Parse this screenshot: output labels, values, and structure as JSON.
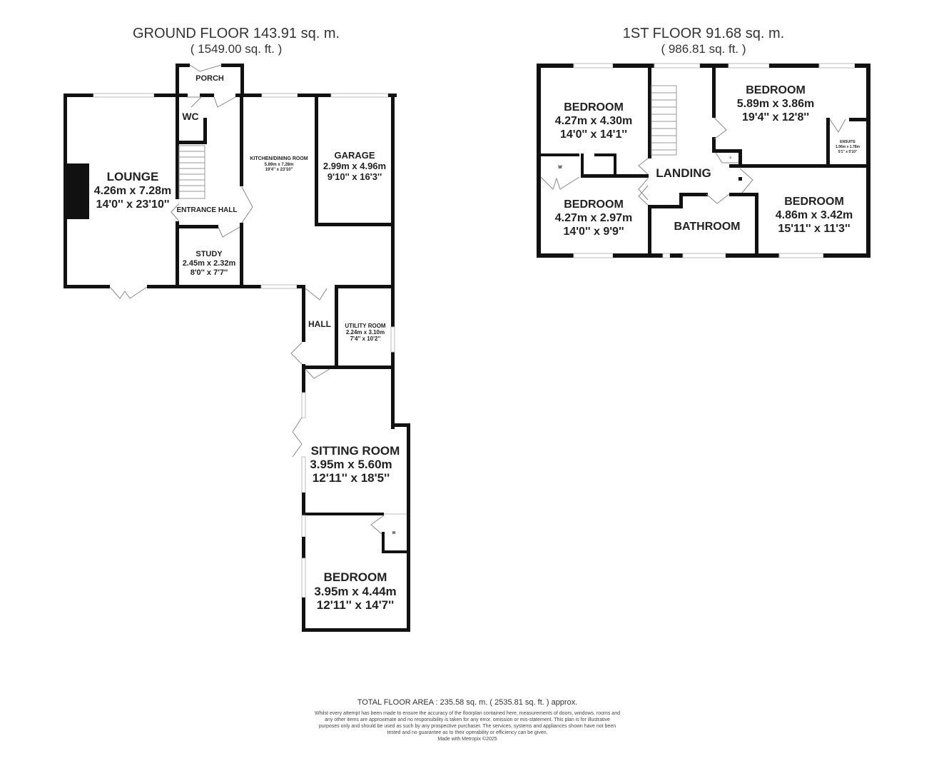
{
  "ground_floor": {
    "title": "GROUND FLOOR 143.91 sq. m.",
    "subtitle": "( 1549.00 sq. ft. )",
    "rooms": {
      "porch": {
        "name": "PORCH"
      },
      "wc": {
        "name": "WC"
      },
      "lounge": {
        "name": "LOUNGE",
        "metric": "4.26m x 7.28m",
        "imperial": "14'0'' x 23'10''"
      },
      "entrance_hall": {
        "name": "ENTRANCE HALL"
      },
      "kitchen": {
        "name": "KITCHEN/DINING ROOM",
        "metric": "5.89m x 7.28m",
        "imperial": "19'4'' x 23'10''"
      },
      "garage": {
        "name": "GARAGE",
        "metric": "2.99m x 4.96m",
        "imperial": "9'10'' x 16'3''"
      },
      "study": {
        "name": "STUDY",
        "metric": "2.45m x 2.32m",
        "imperial": "8'0'' x 7'7''"
      },
      "hall": {
        "name": "HALL"
      },
      "utility": {
        "name": "UTILITY ROOM",
        "metric": "2.24m x 3.10m",
        "imperial": "7'4'' x 10'2''"
      },
      "sitting": {
        "name": "SITTING ROOM",
        "metric": "3.95m x 5.60m",
        "imperial": "12'11'' x 18'5''"
      },
      "bedroom": {
        "name": "BEDROOM",
        "metric": "3.95m x 4.44m",
        "imperial": "12'11'' x 14'7''"
      },
      "bedroom_wardrobe": {
        "name": "W"
      }
    }
  },
  "first_floor": {
    "title": "1ST FLOOR 91.68 sq. m.",
    "subtitle": "( 986.81 sq. ft. )",
    "rooms": {
      "bedroom1": {
        "name": "BEDROOM",
        "metric": "4.27m x 4.30m",
        "imperial": "14'0'' x 14'1''"
      },
      "bedroom2": {
        "name": "BEDROOM",
        "metric": "5.89m x 3.86m",
        "imperial": "19'4'' x 12'8''"
      },
      "ensuite": {
        "name": "ENSUITE",
        "metric": "1.56m x 1.78m",
        "imperial": "5'1'' x 5'10''"
      },
      "wardrobe": {
        "name": "W"
      },
      "cupboard": {
        "name": "C"
      },
      "landing": {
        "name": "LANDING"
      },
      "bedroom3": {
        "name": "BEDROOM",
        "metric": "4.27m x 2.97m",
        "imperial": "14'0'' x 9'9''"
      },
      "bathroom": {
        "name": "BATHROOM"
      },
      "bedroom4": {
        "name": "BEDROOM",
        "metric": "4.86m x 3.42m",
        "imperial": "15'11'' x 11'3''"
      }
    }
  },
  "footer": {
    "total": "TOTAL FLOOR AREA : 235.58 sq. m. ( 2535.81 sq. ft. ) approx.",
    "disclaimer": "Whilst every attempt has been made to ensure the accuracy of the floorplan contained here, measurements of doors, windows, rooms and any other items are approximate and no responsibility is taken for any error, omission or mis-statement. This plan is for illustrative purposes only and should be used as such by any prospective purchaser. The services, systems and appliances shown have not been tested and no guarantee as to their operability or efficiency can be given.",
    "credit": "Made with Metropix ©2025"
  }
}
